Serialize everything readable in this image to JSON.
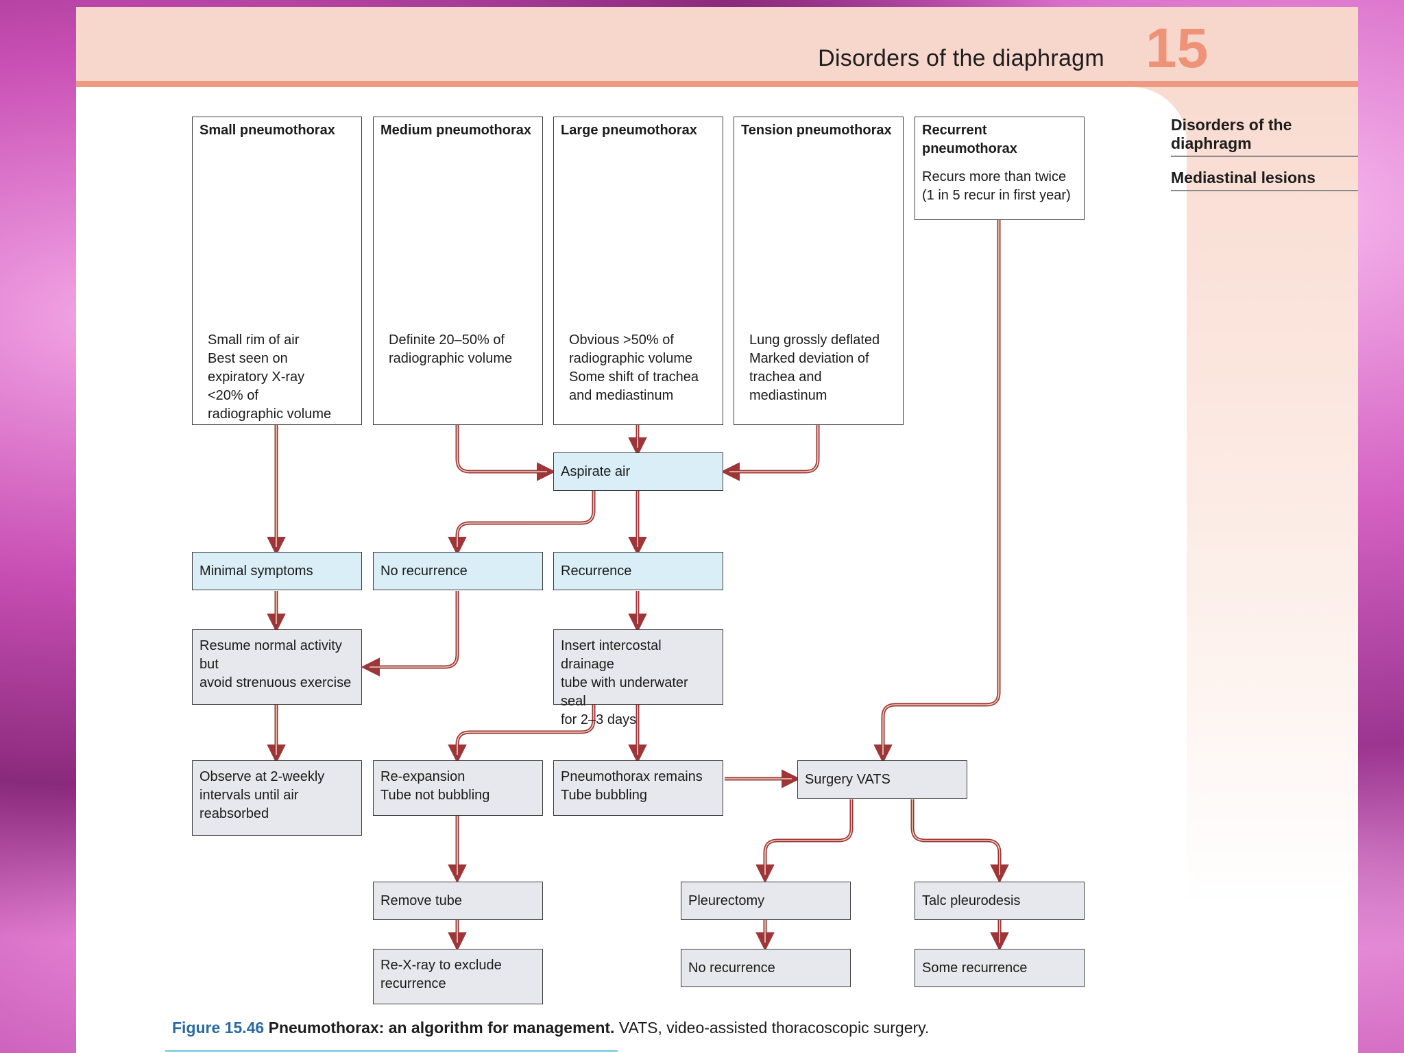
{
  "header": {
    "title": "Disorders of the diaphragm",
    "chapter": "15"
  },
  "sidebar": {
    "items": [
      {
        "label": "Disorders of the diaphragm"
      },
      {
        "label": "Mediastinal lesions"
      }
    ]
  },
  "boxes": {
    "small": {
      "title": "Small pneumothorax",
      "desc": "Small rim of air\nBest seen on\nexpiratory X-ray\n<20% of\nradiographic volume"
    },
    "medium": {
      "title": "Medium pneumothorax",
      "desc": "Definite 20–50% of\nradiographic volume"
    },
    "large": {
      "title": "Large pneumothorax",
      "desc": "Obvious >50% of\nradiographic volume\nSome shift of trachea\nand mediastinum"
    },
    "tension": {
      "title": "Tension pneumothorax",
      "desc": "Lung grossly deflated\nMarked deviation of\ntrachea and\nmediastinum"
    },
    "recurrent": {
      "title": "Recurrent\npneumothorax",
      "desc": "Recurs more than twice\n(1 in 5 recur in first year)"
    },
    "aspirate": "Aspirate air",
    "minimal": "Minimal symptoms",
    "no_recurrence_1": "No recurrence",
    "recurrence": "Recurrence",
    "resume": "Resume normal activity but\navoid strenuous exercise",
    "insert": "Insert intercostal drainage\ntube with underwater seal\nfor 2–3 days",
    "observe": "Observe at 2-weekly\nintervals until air\nreabsorbed",
    "reexpansion": "Re-expansion\nTube not bubbling",
    "remains": "Pneumothorax remains\nTube bubbling",
    "surgery": "Surgery VATS",
    "remove": "Remove tube",
    "pleurectomy": "Pleurectomy",
    "talc": "Talc pleurodesis",
    "rexray": "Re-X-ray to exclude\nrecurrence",
    "no_recurrence_2": "No recurrence",
    "some_recurrence": "Some recurrence"
  },
  "caption": {
    "figure": "Figure 15.46",
    "title": "Pneumothorax: an algorithm for management.",
    "text": "VATS, video-assisted thoracoscopic surgery."
  },
  "colors": {
    "arrow": "#9e3538",
    "arrow_inner": "#f4e2c8",
    "box_blue": "#d9eef6",
    "box_gray": "#e7e7ee",
    "header": "#f7d6cc",
    "accent": "#ec9a82",
    "lung": "#efb78d",
    "air": "#e8553b"
  }
}
